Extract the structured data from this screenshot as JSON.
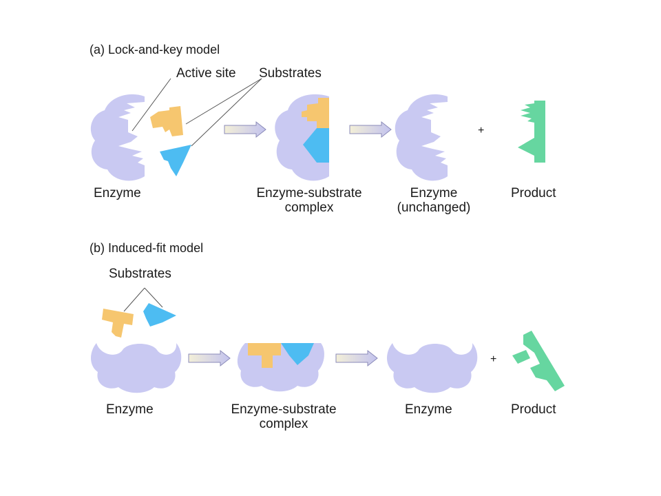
{
  "panel_a": {
    "title": "(a) Lock-and-key model",
    "callout_active_site": "Active site",
    "callout_substrates": "Substrates",
    "label_enzyme": "Enzyme",
    "label_complex_line1": "Enzyme-substrate",
    "label_complex_line2": "complex",
    "label_enzyme_unchanged_line1": "Enzyme",
    "label_enzyme_unchanged_line2": "(unchanged)",
    "label_product": "Product",
    "plus": "+"
  },
  "panel_b": {
    "title": "(b) Induced-fit model",
    "callout_substrates": "Substrates",
    "label_enzyme": "Enzyme",
    "label_complex_line1": "Enzyme-substrate",
    "label_complex_line2": "complex",
    "label_enzyme_after": "Enzyme",
    "label_product": "Product",
    "plus": "+"
  },
  "colors": {
    "enzyme": "#c9c9f2",
    "substrate_orange": "#f6c66f",
    "substrate_blue": "#4dbcf2",
    "product": "#66d6a0",
    "arrow": "#c9c9f2",
    "arrow_outline": "#8a8ab8",
    "callout_line": "#555555"
  }
}
